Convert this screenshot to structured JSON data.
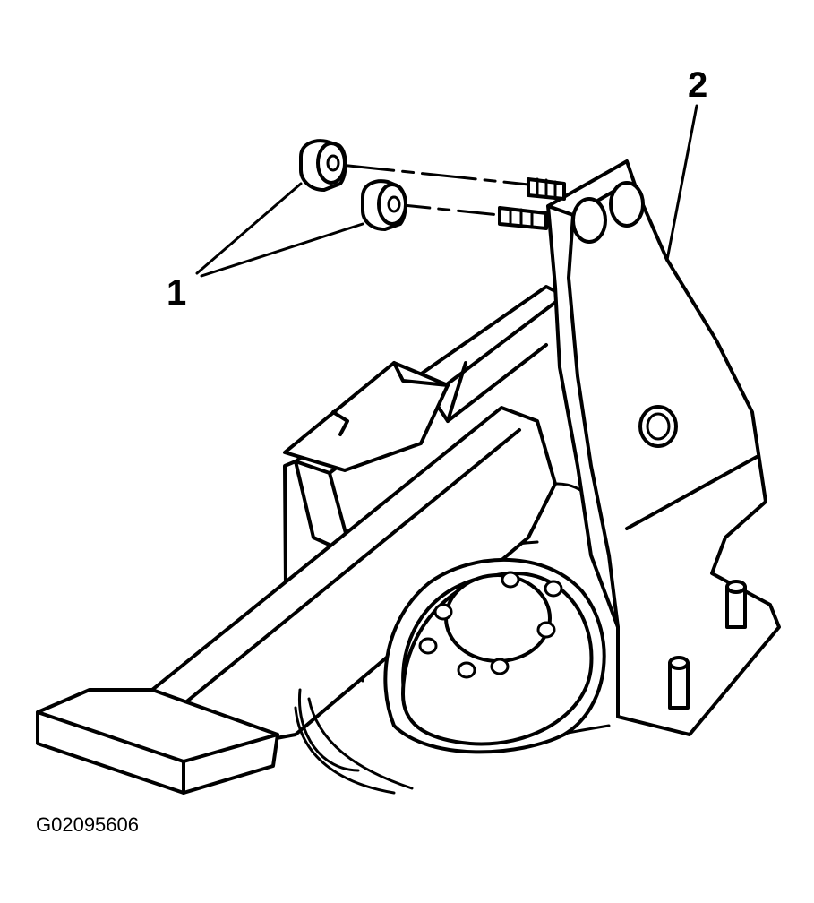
{
  "callouts": {
    "nuts": "1",
    "bracket": "2"
  },
  "figure_id": "G02095606",
  "colors": {
    "line": "#000000",
    "background": "#ffffff"
  }
}
